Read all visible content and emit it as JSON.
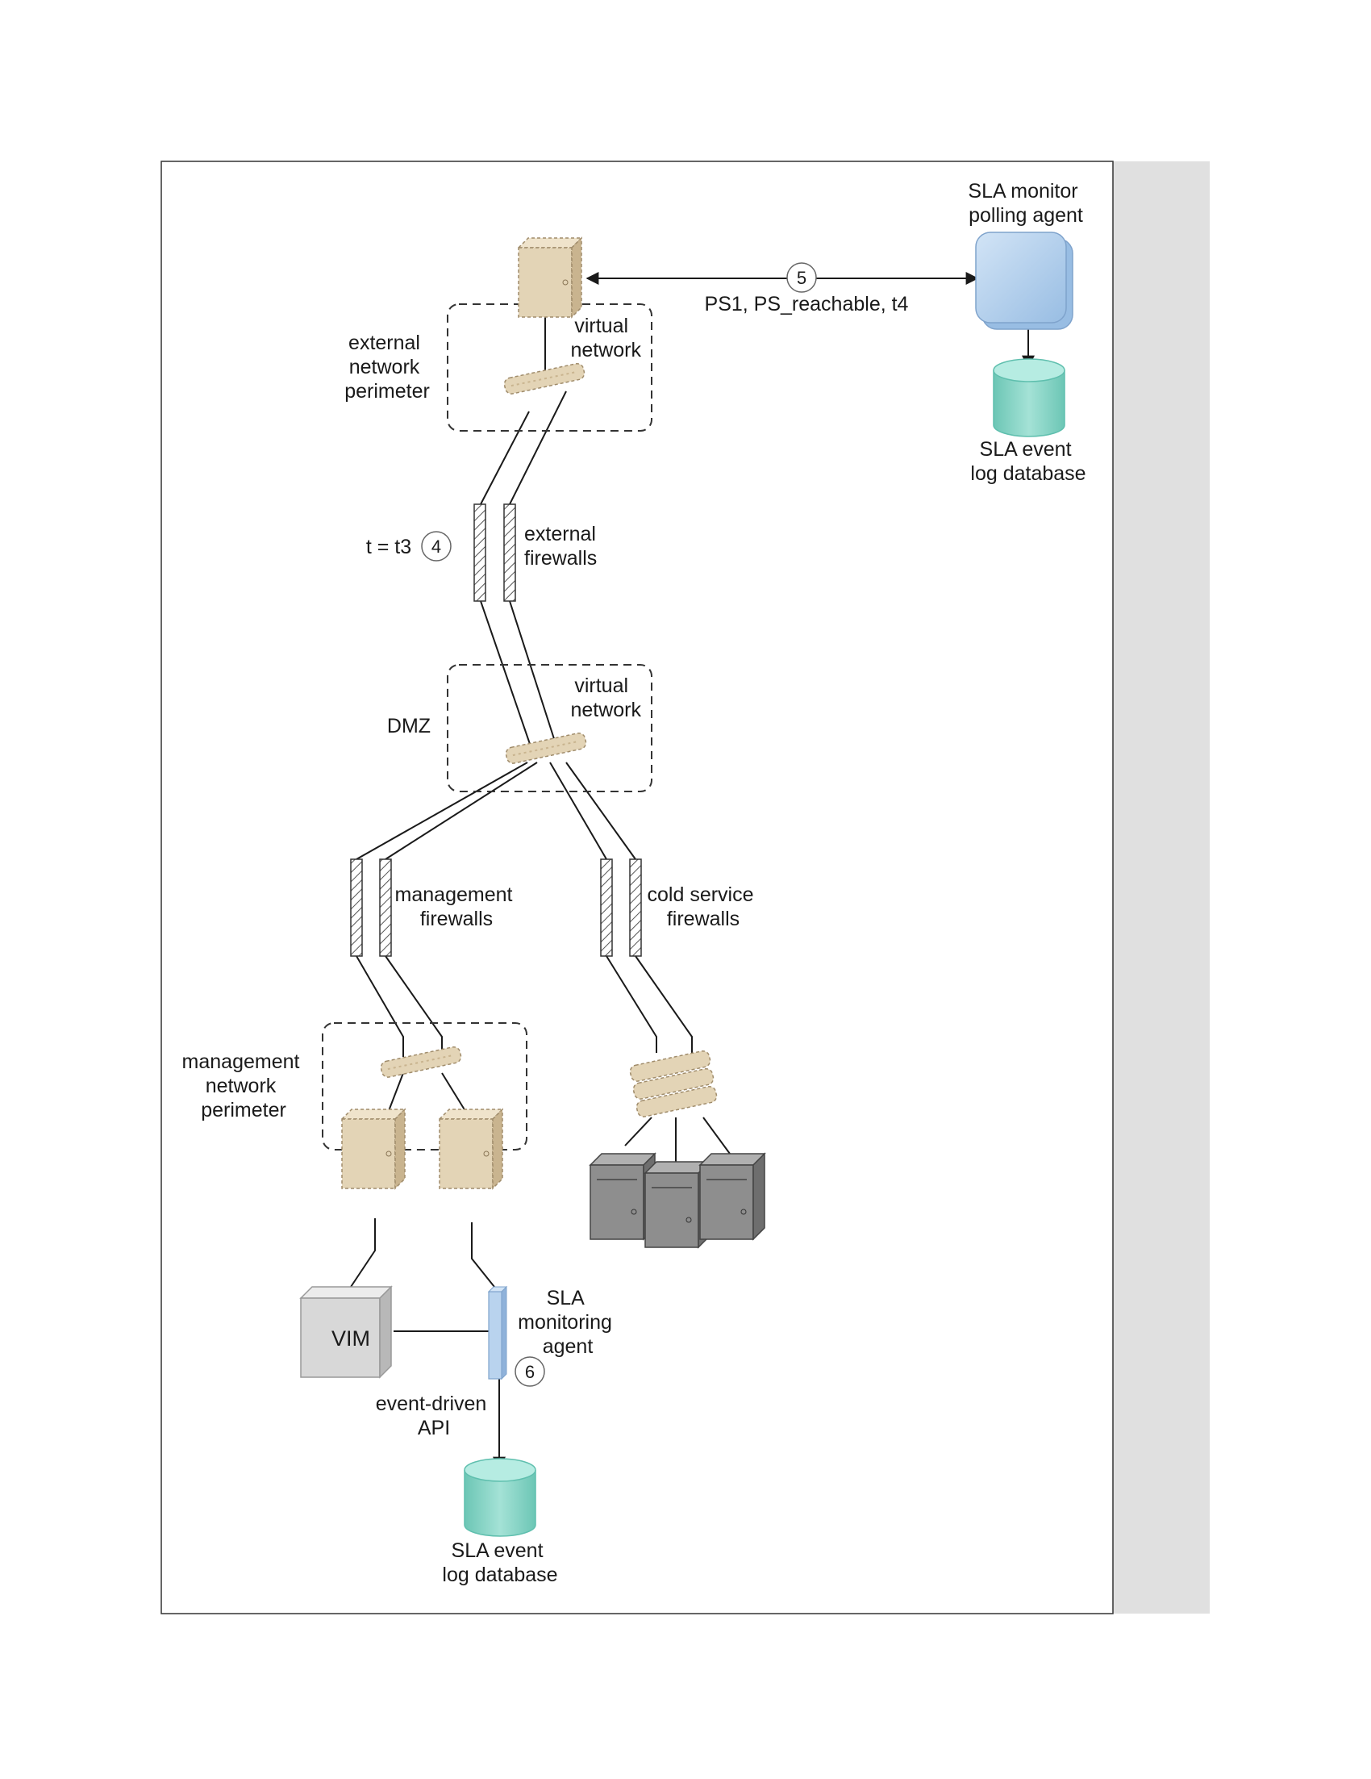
{
  "labels": {
    "sla_monitor_polling_agent": [
      "SLA monitor",
      "polling agent"
    ],
    "sla_event_log_database_top": [
      "SLA event",
      "log database"
    ],
    "poll_message": "PS1, PS_reachable, t4",
    "step_5": "5",
    "external_network_perimeter": [
      "external",
      "network",
      "perimeter"
    ],
    "virtual_network_top": [
      "virtual",
      "network"
    ],
    "t_equals_t3": "t = t3",
    "step_4": "4",
    "external_firewalls": [
      "external",
      "firewalls"
    ],
    "dmz": "DMZ",
    "virtual_network_dmz": [
      "virtual",
      "network"
    ],
    "management_firewalls": [
      "management",
      "firewalls"
    ],
    "cold_service_firewalls": [
      "cold service",
      "firewalls"
    ],
    "management_network_perimeter": [
      "management",
      "network",
      "perimeter"
    ],
    "vim": "VIM",
    "sla_monitoring_agent": [
      "SLA",
      "monitoring",
      "agent"
    ],
    "step_6": "6",
    "event_driven_api": [
      "event-driven",
      "API"
    ],
    "sla_event_log_database_bottom": [
      "SLA event",
      "log database"
    ]
  },
  "colors": {
    "server_tan": "#e3d4b6",
    "server_tan_dark": "#c9b48f",
    "agent_blue": "#b9d3ee",
    "agent_blue_dark": "#8fb2da",
    "database_teal": "#8fd6c8",
    "database_teal_dark": "#5fbfae",
    "vim_gray": "#d8d8d8",
    "hardware_gray": "#8e8e8e",
    "sidebar_gray": "#e0e0e0"
  },
  "icons": [
    "virtual-server-icon",
    "virtual-switch-icon",
    "firewall-icon",
    "physical-server-icon",
    "database-icon",
    "polling-agent-icon",
    "monitoring-agent-icon",
    "vim-box-icon"
  ]
}
